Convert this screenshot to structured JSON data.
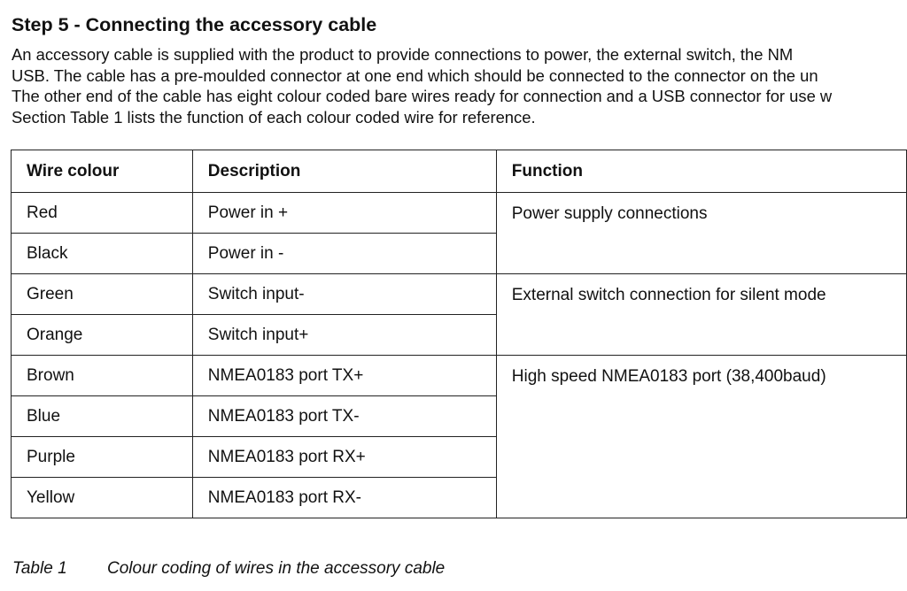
{
  "heading": "Step 5 - Connecting the accessory cable",
  "intro": [
    "An accessory cable is supplied with the product to provide connections to power, the external switch, the NM",
    "USB. The cable has a pre-moulded connector at one end which should be connected to the connector on the un",
    "The other end of the cable has eight colour coded bare wires ready for connection and a USB connector for use w",
    "Section Table 1 lists the function of each colour coded wire for reference."
  ],
  "table": {
    "headers": [
      "Wire colour",
      "Description",
      "Function"
    ],
    "rows": [
      {
        "colour": "Red",
        "description": "Power in +"
      },
      {
        "colour": "Black",
        "description": "Power in -"
      },
      {
        "colour": "Green",
        "description": "Switch input-"
      },
      {
        "colour": "Orange",
        "description": "Switch input+"
      },
      {
        "colour": "Brown",
        "description": "NMEA0183 port TX+"
      },
      {
        "colour": "Blue",
        "description": "NMEA0183 port TX-"
      },
      {
        "colour": "Purple",
        "description": "NMEA0183 port RX+"
      },
      {
        "colour": "Yellow",
        "description": "NMEA0183 port RX-"
      }
    ],
    "functions": [
      "Power supply connections",
      "External switch connection for silent mode",
      "High speed NMEA0183 port (38,400baud)"
    ]
  },
  "caption": {
    "number": "Table 1",
    "text": "Colour coding of wires in the accessory cable"
  }
}
